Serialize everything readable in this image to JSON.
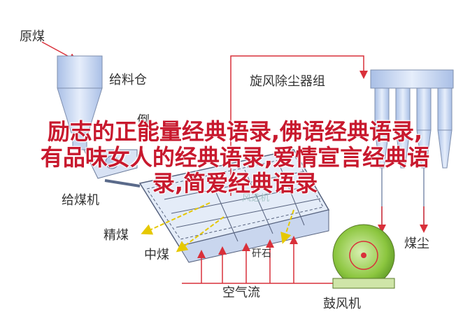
{
  "labels": {
    "raw_coal": "原煤",
    "feed_bin": "给料仓",
    "cyclone_group": "旋风除尘器组",
    "feeder": "给煤机",
    "fine_coal": "精煤",
    "middlings": "中煤",
    "gangue": "矸石",
    "air_flow": "空气流",
    "coal_dust": "煤尘",
    "blower": "鼓风机",
    "partial_occluded": "倒"
  },
  "overlay": {
    "line1": "励志的正能量经典语录,佛语经典语录,",
    "line2": "有品味女人的经典语录,爱情宣言经典语",
    "line3": "录,简爱经典语录"
  },
  "watermark": "风选机",
  "colors": {
    "arrow_red": "#d9303a",
    "arrow_yellow": "#e6c800",
    "equipment_blue": "#cfdcf3",
    "blower_green": "#8cc63f",
    "overlay_text": "#c8192e"
  }
}
